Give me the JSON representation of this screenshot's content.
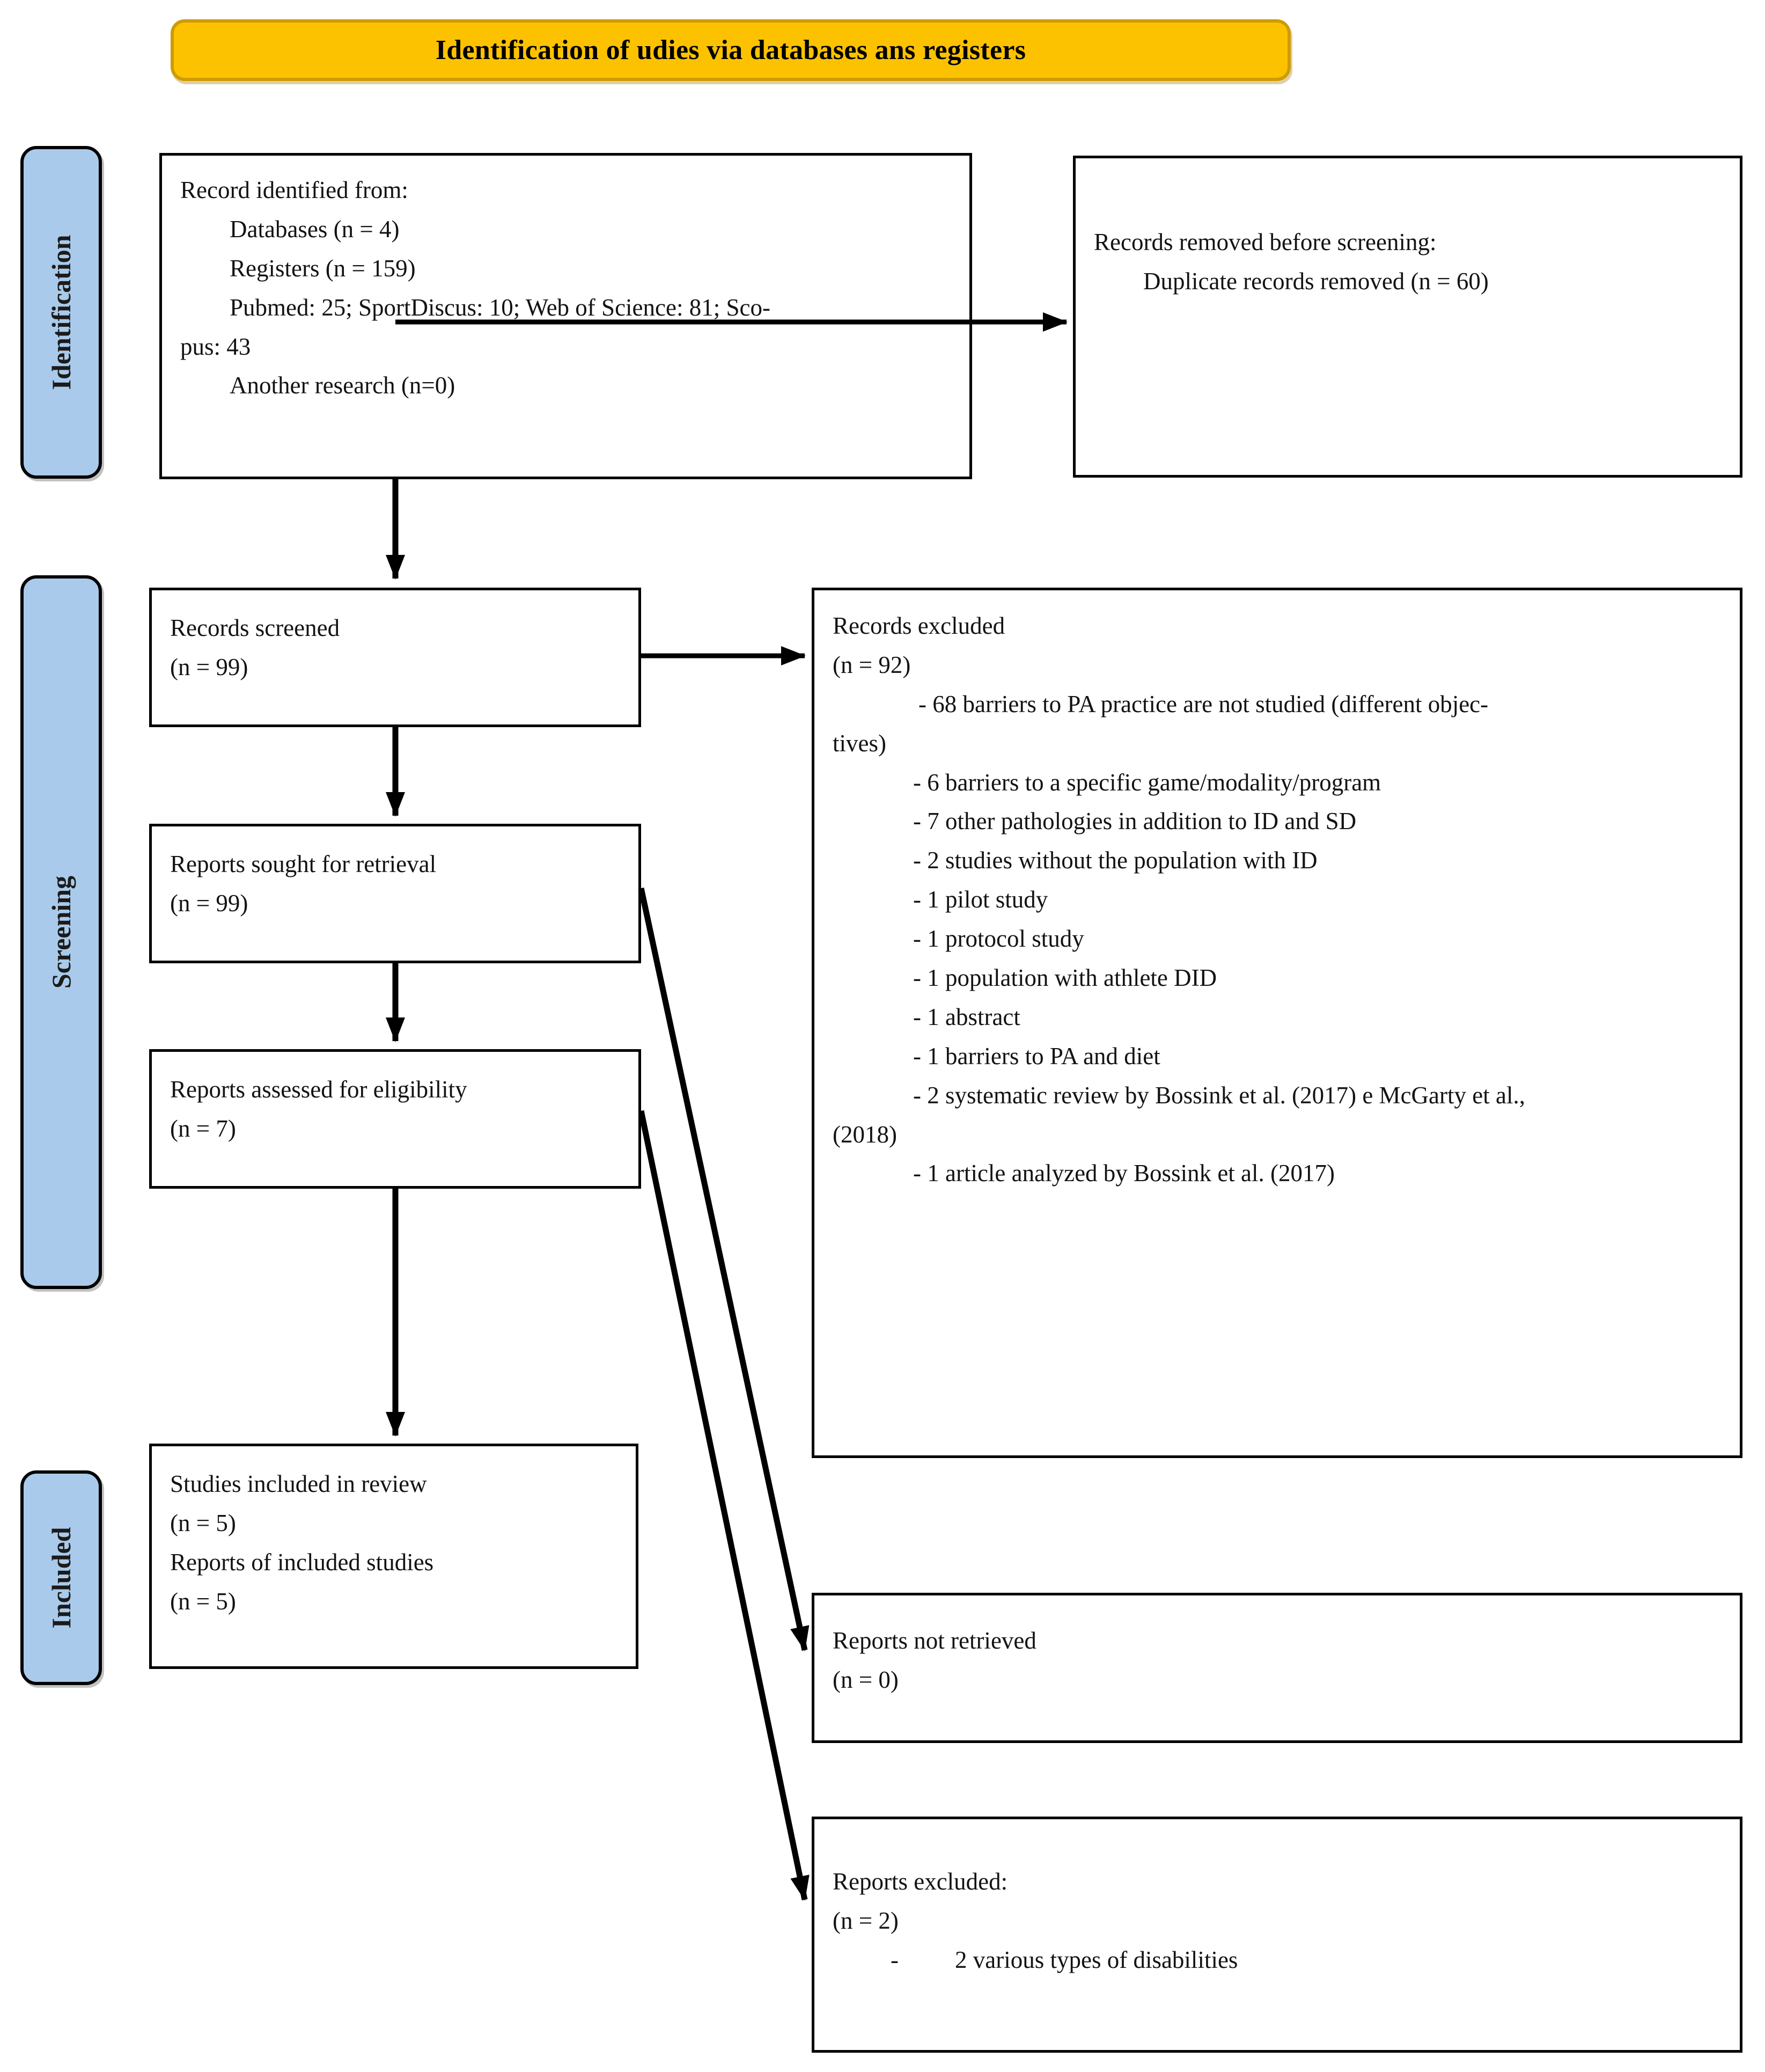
{
  "banner": {
    "title": "Identification of udies via databases ans registers"
  },
  "phases": [
    {
      "key": "identification",
      "label": "Identification"
    },
    {
      "key": "screening",
      "label": "Screening"
    },
    {
      "key": "included",
      "label": "Included"
    }
  ],
  "boxes": {
    "records_identified": {
      "lines": [
        "Record identified from:",
        "Databases (n = 4)",
        "Registers (n = 159)",
        "Pubmed: 25; SportDiscus: 10; Web of Science: 81; Sco-",
        "pus: 43",
        "Another research (n=0)"
      ]
    },
    "records_removed": {
      "lines": [
        "Records removed before screening:",
        "Duplicate records removed (n = 60)"
      ]
    },
    "records_screened": {
      "lines": [
        "Records screened",
        "(n = 99)"
      ]
    },
    "reports_sought": {
      "lines": [
        "Reports sought for retrieval",
        "(n = 99)"
      ]
    },
    "reports_assessed": {
      "lines": [
        "Reports assessed for eligibility",
        "(n = 7)"
      ]
    },
    "studies_included": {
      "lines": [
        "Studies included in review",
        "(n = 5)",
        "Reports of included studies",
        "(n = 5)"
      ]
    },
    "records_excluded": {
      "heading": "Records excluded",
      "count": "(n = 92)",
      "reasons": [
        "- 68 barriers to PA practice are not studied (different objec-",
        "tives)",
        "- 6 barriers to a specific game/modality/program",
        "- 7 other pathologies in addition to ID and SD",
        "- 2 studies without the population with ID",
        "- 1 pilot study",
        "- 1 protocol study",
        "- 1 population with athlete DID",
        "- 1 abstract",
        "- 1 barriers to PA and diet",
        "- 2 systematic review by Bossink et al. (2017) e McGarty et al.,",
        "(2018)",
        "- 1 article analyzed by Bossink et al. (2017)"
      ]
    },
    "reports_not_retrieved": {
      "lines": [
        "Reports not retrieved",
        "(n = 0)"
      ]
    },
    "reports_excluded": {
      "heading": "Reports excluded:",
      "count": "(n = 2)",
      "bullet": "-",
      "reason": "2 various types of disabilities"
    }
  },
  "colors": {
    "banner_fill": "#fcc200",
    "banner_border": "#cf9b05",
    "phase_fill": "#a9caea",
    "box_border": "#000000",
    "text": "#131313"
  }
}
